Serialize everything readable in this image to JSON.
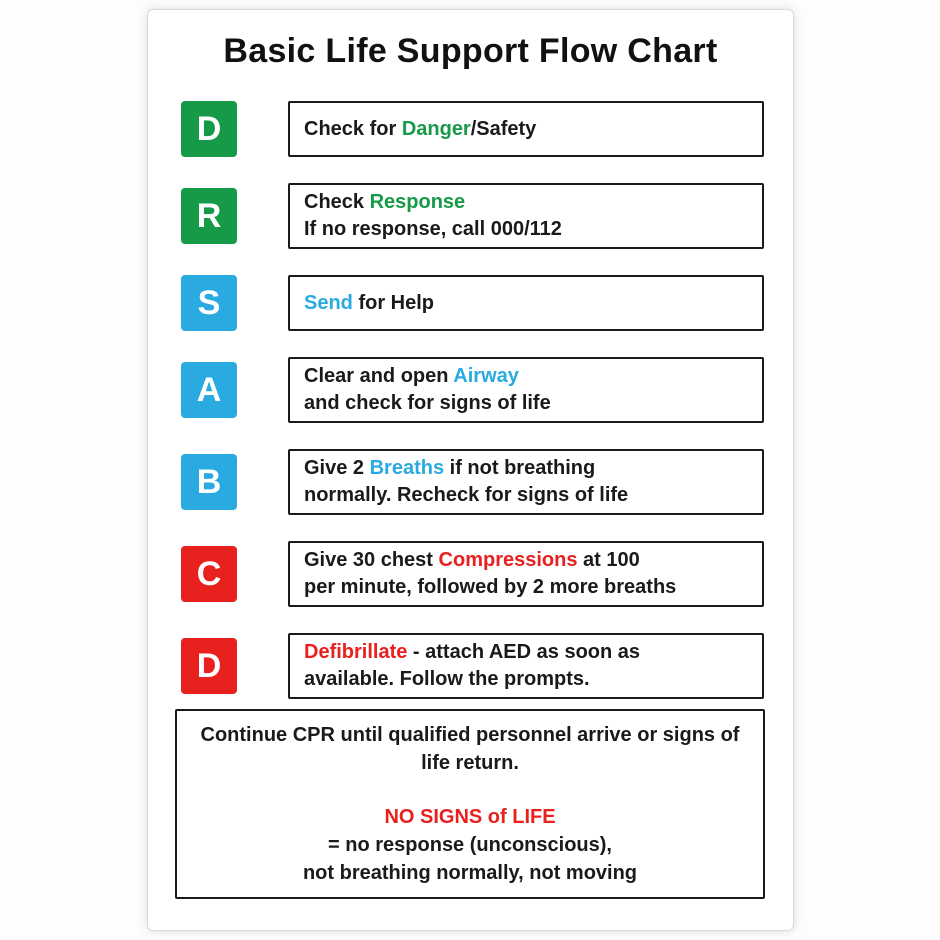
{
  "title": "Basic Life Support Flow Chart",
  "palette": {
    "green": "#179a47",
    "blue": "#29abe2",
    "red": "#e8201e",
    "black": "#1a1a1a"
  },
  "steps": [
    {
      "letter": "D",
      "badge_color": "green",
      "lines": [
        [
          {
            "text": "Check for ",
            "color": "black"
          },
          {
            "text": "Danger",
            "color": "green"
          },
          {
            "text": "/Safety",
            "color": "black"
          }
        ]
      ]
    },
    {
      "letter": "R",
      "badge_color": "green",
      "lines": [
        [
          {
            "text": "Check ",
            "color": "black"
          },
          {
            "text": "Response",
            "color": "green"
          }
        ],
        [
          {
            "text": "If no response, call 000/112",
            "color": "black"
          }
        ]
      ]
    },
    {
      "letter": "S",
      "badge_color": "blue",
      "lines": [
        [
          {
            "text": "Send",
            "color": "blue"
          },
          {
            "text": " for Help",
            "color": "black"
          }
        ]
      ]
    },
    {
      "letter": "A",
      "badge_color": "blue",
      "lines": [
        [
          {
            "text": "Clear and open ",
            "color": "black"
          },
          {
            "text": "Airway",
            "color": "blue"
          }
        ],
        [
          {
            "text": "and check for signs of life",
            "color": "black"
          }
        ]
      ]
    },
    {
      "letter": "B",
      "badge_color": "blue",
      "lines": [
        [
          {
            "text": "Give 2 ",
            "color": "black"
          },
          {
            "text": "Breaths",
            "color": "blue"
          },
          {
            "text": " if not breathing",
            "color": "black"
          }
        ],
        [
          {
            "text": "normally. Recheck for signs of life",
            "color": "black"
          }
        ]
      ]
    },
    {
      "letter": "C",
      "badge_color": "red",
      "lines": [
        [
          {
            "text": "Give 30 chest ",
            "color": "black"
          },
          {
            "text": "Compressions",
            "color": "red"
          },
          {
            "text": " at 100",
            "color": "black"
          }
        ],
        [
          {
            "text": "per minute, followed by 2 more breaths",
            "color": "black"
          }
        ]
      ]
    },
    {
      "letter": "D",
      "badge_color": "red",
      "lines": [
        [
          {
            "text": "Defibrillate",
            "color": "red"
          },
          {
            "text": " - attach AED as soon as",
            "color": "black"
          }
        ],
        [
          {
            "text": "available. Follow the prompts.",
            "color": "black"
          }
        ]
      ]
    }
  ],
  "footer": {
    "lines": [
      {
        "text": "Continue CPR until qualified personnel arrive or signs of life return.",
        "color": "black",
        "gap_above": false
      },
      {
        "text": "NO SIGNS of LIFE",
        "color": "red",
        "gap_above": true
      },
      {
        "text": "= no response (unconscious),",
        "color": "black",
        "gap_above": false
      },
      {
        "text": "not breathing normally, not moving",
        "color": "black",
        "gap_above": false
      }
    ]
  }
}
